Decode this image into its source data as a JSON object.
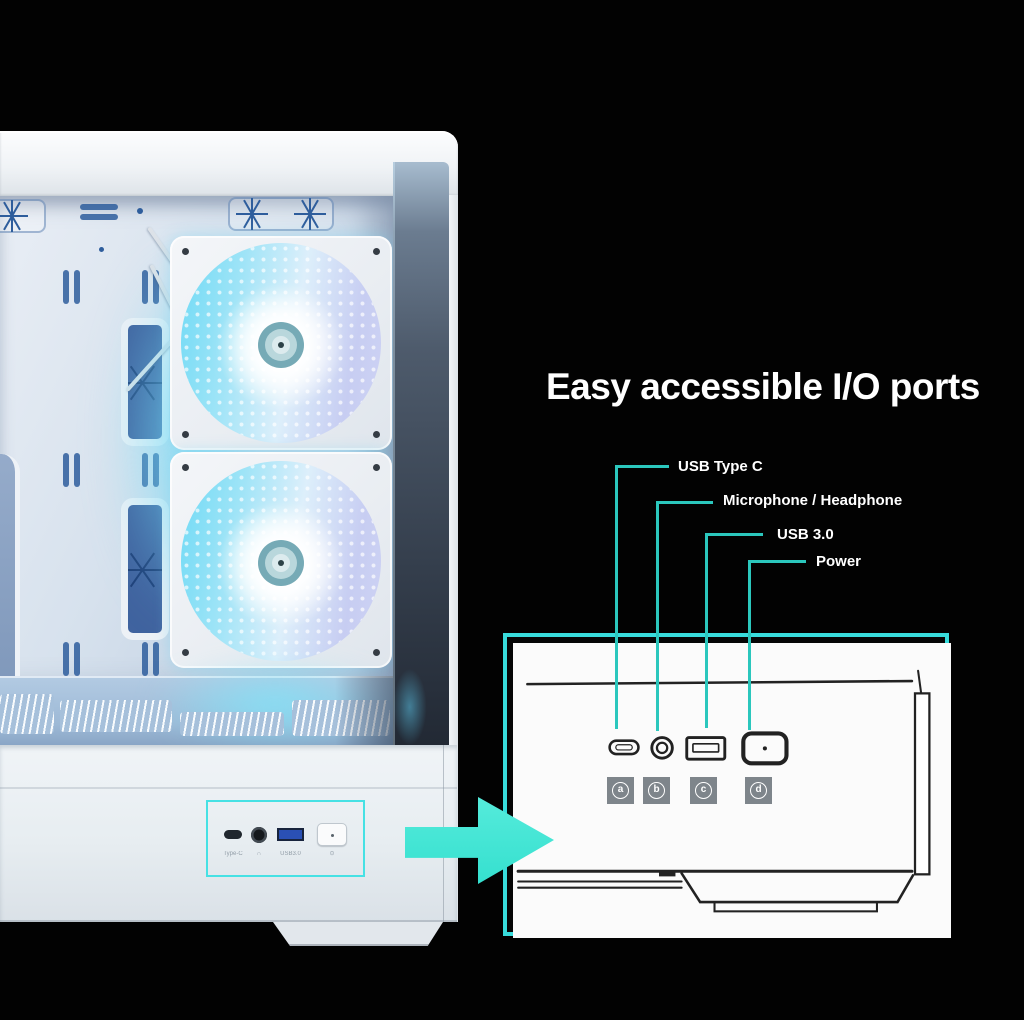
{
  "title": "Easy accessible I/O ports",
  "callouts": [
    {
      "label": "USB Type C",
      "marker": "a"
    },
    {
      "label": "Microphone / Headphone",
      "marker": "b"
    },
    {
      "label": "USB 3.0",
      "marker": "c"
    },
    {
      "label": "Power",
      "marker": "d"
    }
  ],
  "front_panel_labels": {
    "usb_c": "Type-C",
    "audio": "∩",
    "usb3": "USB3.0",
    "power": "⊙"
  },
  "colors": {
    "background": "#000000",
    "accent_teal_line": "#2bc7bd",
    "diagram_border": "#38dcdc",
    "io_highlight": "#46e1e4",
    "arrow": "#3fe5d3",
    "fan_glow": "#73def8",
    "usb3_port_blue": "#2a50b4",
    "case_white": "#eef2f6"
  }
}
